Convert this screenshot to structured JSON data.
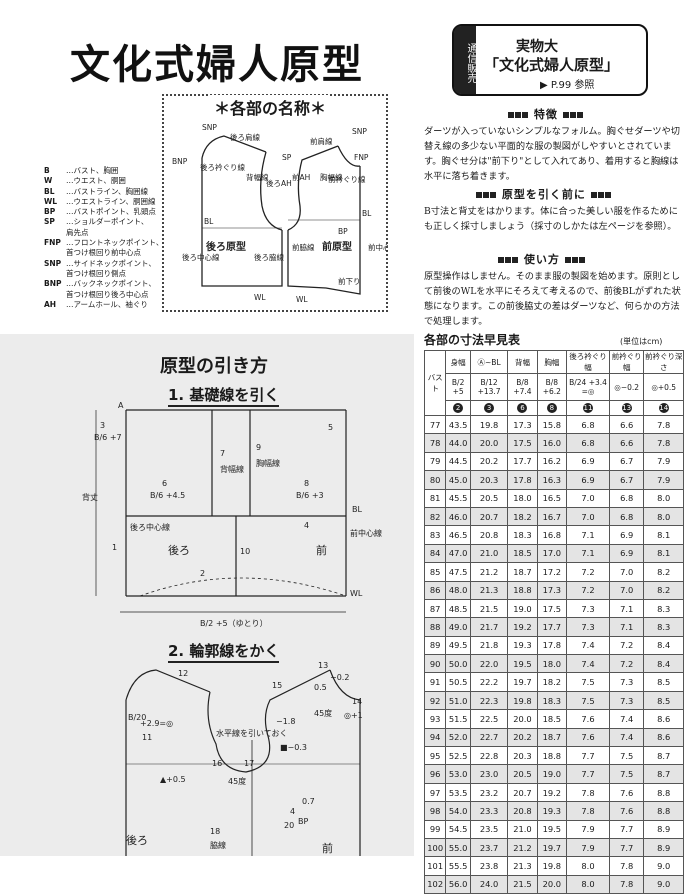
{
  "main_title": "文化式婦人原型",
  "ad": {
    "tag": "通信販売",
    "line1": "実物大",
    "line2": "「文化式婦人原型」",
    "line3": "▶ P.99 参照"
  },
  "parts": {
    "heading": "＊各部の名称＊",
    "labels": {
      "snp_left": "SNP",
      "snp_right": "SNP",
      "back_shoulder": "後ろ肩線",
      "front_shoulder": "前肩線",
      "bnp": "BNP",
      "fnp": "FNP",
      "back_neck": "後ろ衿ぐり線",
      "front_neck": "前衿ぐり線",
      "sp": "SP",
      "back_width": "背幅線",
      "front_width": "胸幅線",
      "back_ah": "後ろAH",
      "front_ah": "前AH",
      "bl_left": "BL",
      "bl_right": "BL",
      "bp": "BP",
      "back_center": "後ろ中心線",
      "front_center": "前中心線",
      "back_pattern": "後ろ原型",
      "front_pattern": "前原型",
      "back_side": "後ろ脇線",
      "front_side": "前脇線",
      "wl_left": "WL",
      "wl_right": "WL",
      "front_hem": "前下り"
    }
  },
  "legend": [
    {
      "key": "B",
      "text": "…バスト、胸囲"
    },
    {
      "key": "W",
      "text": "…ウエスト、胴囲"
    },
    {
      "key": "BL",
      "text": "…バストライン、胸囲線"
    },
    {
      "key": "WL",
      "text": "…ウエストライン、胴囲線"
    },
    {
      "key": "BP",
      "text": "…バストポイント、乳頭点"
    },
    {
      "key": "SP",
      "text": "…ショルダーポイント、"
    },
    {
      "key": "",
      "text": "肩先点"
    },
    {
      "key": "FNP",
      "text": "…フロントネックポイント、"
    },
    {
      "key": "",
      "text": "首つけ根回り前中心点"
    },
    {
      "key": "SNP",
      "text": "…サイドネックポイント、"
    },
    {
      "key": "",
      "text": "首つけ根回り側点"
    },
    {
      "key": "BNP",
      "text": "…バックネックポイント、"
    },
    {
      "key": "",
      "text": "首つけ根回り後ろ中心点"
    },
    {
      "key": "AH",
      "text": "…アームホール、袖ぐり"
    }
  ],
  "features": {
    "heading": "特徴",
    "body": "ダーツが入っていないシンプルなフォルム。胸ぐせダーツや切替え線の多少ない平面的な服の製図がしやすいとされています。胸ぐせ分は\"前下り\"として入れてあり、着用すると胸線は水平に落ち着きます。"
  },
  "before_drafting": {
    "heading": "原型を引く前に",
    "body": "B寸法と背丈をはかります。体に合った美しい服を作るためにも正しく採寸しましょう（採寸のしかたは左ページを参照）。"
  },
  "usage": {
    "heading": "使い方",
    "body": "原型操作はしません。そのまま服の製図を始めます。原則として前後のWLを水平にそろえて考えるので、前後BLがずれた状態になります。この前後脇丈の差はダーツなど、何らかの方法で処理します。"
  },
  "drafting": {
    "title": "原型の引き方",
    "step1": "1. 基礎線を引く",
    "step2": "2. 輪郭線をかく",
    "labels": {
      "a": "A",
      "c3": "3",
      "b6_7": "B/6 +7",
      "back_length": "背丈",
      "c5": "5",
      "c6": "6",
      "b6_45": "B/6 +4.5",
      "c7": "7",
      "back_width": "背幅線",
      "c9": "9",
      "chest_width": "胸幅線",
      "c8": "8",
      "b6_3": "B/6 +3",
      "bl": "BL",
      "c4": "4",
      "c1": "1",
      "back_center": "後ろ中心線",
      "back": "後ろ",
      "c10": "10",
      "front": "前",
      "front_center": "前中心線",
      "c2": "2",
      "wl": "WL",
      "b2_5": "B/2 +5（ゆとり）",
      "c12": "12",
      "c13": "13",
      "neg02": "−0.2",
      "c15": "15",
      "c05": "0.5",
      "c14": "14",
      "plus1": "◎+1",
      "deg45a": "45度",
      "b20": "B/20",
      "plus29": "+2.9=◎",
      "c11": "11",
      "neg18": "−1.8",
      "horiz": "水平線を引いておく",
      "neg03": "■−0.3",
      "plus05": "▲+0.5",
      "deg45b": "45度",
      "c17": "17",
      "c16": "16",
      "c07": "0.7",
      "c4b": "4",
      "bp": "BP",
      "c18": "18",
      "c20": "20",
      "back2": "後ろ",
      "side": "脇線",
      "front2": "前"
    }
  },
  "table": {
    "title": "各部の寸法早見表",
    "unit": "(単位はcm)",
    "headers": [
      "バスト",
      "身幅",
      "Ⓐ~BL",
      "背幅",
      "胸幅",
      "後ろ衿ぐり幅",
      "前衿ぐり幅",
      "前衿ぐり深さ"
    ],
    "formulas": [
      "",
      "B/2 +5",
      "B/12 +13.7",
      "B/8 +7.4",
      "B/8 +6.2",
      "B/24 +3.4 =◎",
      "◎−0.2",
      "◎+0.5"
    ],
    "nums": [
      "",
      "2",
      "3",
      "6",
      "8",
      "11",
      "13",
      "14"
    ],
    "rows": [
      [
        "77",
        "43.5",
        "19.8",
        "17.3",
        "15.8",
        "6.8",
        "6.6",
        "7.8"
      ],
      [
        "78",
        "44.0",
        "20.0",
        "17.5",
        "16.0",
        "6.8",
        "6.6",
        "7.8"
      ],
      [
        "79",
        "44.5",
        "20.2",
        "17.7",
        "16.2",
        "6.9",
        "6.7",
        "7.9"
      ],
      [
        "80",
        "45.0",
        "20.3",
        "17.8",
        "16.3",
        "6.9",
        "6.7",
        "7.9"
      ],
      [
        "81",
        "45.5",
        "20.5",
        "18.0",
        "16.5",
        "7.0",
        "6.8",
        "8.0"
      ],
      [
        "82",
        "46.0",
        "20.7",
        "18.2",
        "16.7",
        "7.0",
        "6.8",
        "8.0"
      ],
      [
        "83",
        "46.5",
        "20.8",
        "18.3",
        "16.8",
        "7.1",
        "6.9",
        "8.1"
      ],
      [
        "84",
        "47.0",
        "21.0",
        "18.5",
        "17.0",
        "7.1",
        "6.9",
        "8.1"
      ],
      [
        "85",
        "47.5",
        "21.2",
        "18.7",
        "17.2",
        "7.2",
        "7.0",
        "8.2"
      ],
      [
        "86",
        "48.0",
        "21.3",
        "18.8",
        "17.3",
        "7.2",
        "7.0",
        "8.2"
      ],
      [
        "87",
        "48.5",
        "21.5",
        "19.0",
        "17.5",
        "7.3",
        "7.1",
        "8.3"
      ],
      [
        "88",
        "49.0",
        "21.7",
        "19.2",
        "17.7",
        "7.3",
        "7.1",
        "8.3"
      ],
      [
        "89",
        "49.5",
        "21.8",
        "19.3",
        "17.8",
        "7.4",
        "7.2",
        "8.4"
      ],
      [
        "90",
        "50.0",
        "22.0",
        "19.5",
        "18.0",
        "7.4",
        "7.2",
        "8.4"
      ],
      [
        "91",
        "50.5",
        "22.2",
        "19.7",
        "18.2",
        "7.5",
        "7.3",
        "8.5"
      ],
      [
        "92",
        "51.0",
        "22.3",
        "19.8",
        "18.3",
        "7.5",
        "7.3",
        "8.5"
      ],
      [
        "93",
        "51.5",
        "22.5",
        "20.0",
        "18.5",
        "7.6",
        "7.4",
        "8.6"
      ],
      [
        "94",
        "52.0",
        "22.7",
        "20.2",
        "18.7",
        "7.6",
        "7.4",
        "8.6"
      ],
      [
        "95",
        "52.5",
        "22.8",
        "20.3",
        "18.8",
        "7.7",
        "7.5",
        "8.7"
      ],
      [
        "96",
        "53.0",
        "23.0",
        "20.5",
        "19.0",
        "7.7",
        "7.5",
        "8.7"
      ],
      [
        "97",
        "53.5",
        "23.2",
        "20.7",
        "19.2",
        "7.8",
        "7.6",
        "8.8"
      ],
      [
        "98",
        "54.0",
        "23.3",
        "20.8",
        "19.3",
        "7.8",
        "7.6",
        "8.8"
      ],
      [
        "99",
        "54.5",
        "23.5",
        "21.0",
        "19.5",
        "7.9",
        "7.7",
        "8.9"
      ],
      [
        "100",
        "55.0",
        "23.7",
        "21.2",
        "19.7",
        "7.9",
        "7.7",
        "8.9"
      ],
      [
        "101",
        "55.5",
        "23.8",
        "21.3",
        "19.8",
        "8.0",
        "7.8",
        "9.0"
      ],
      [
        "102",
        "56.0",
        "24.0",
        "21.5",
        "20.0",
        "8.0",
        "7.8",
        "9.0"
      ]
    ]
  }
}
